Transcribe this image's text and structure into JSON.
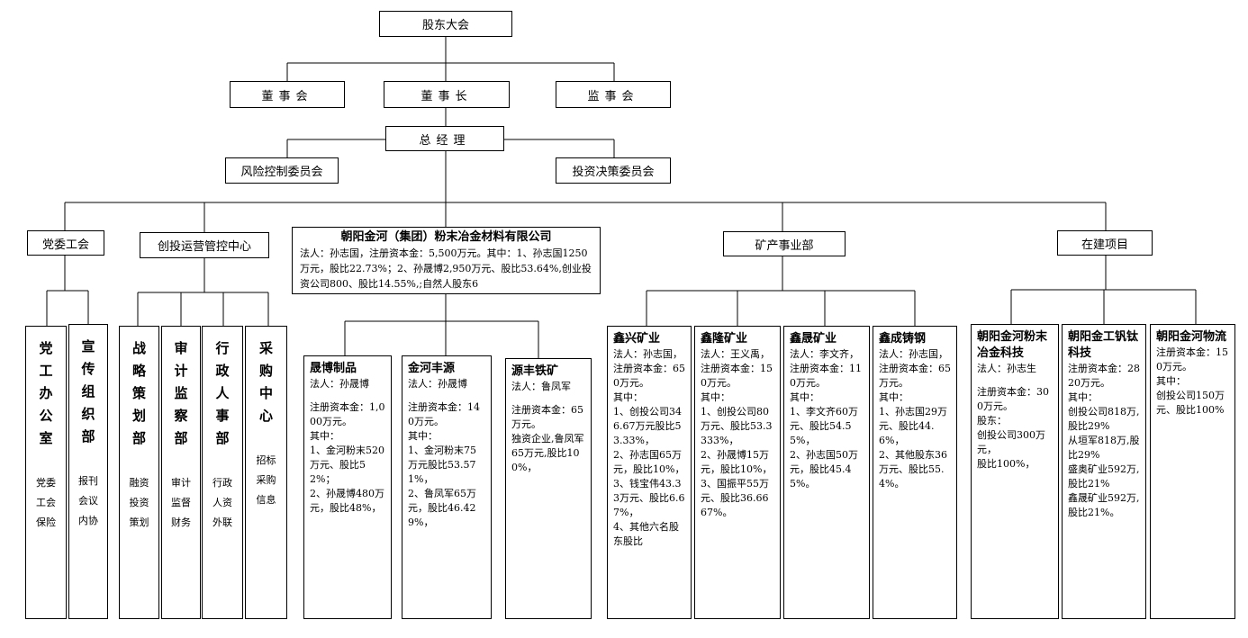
{
  "top": {
    "shareholders": "股东大会",
    "board": "董事会",
    "chairman": "董事长",
    "supervisors": "监事会",
    "gm": "总经理",
    "risk_committee": "风险控制委员会",
    "investment_committee": "投资决策委员会"
  },
  "departments": {
    "party_union": "党委工会",
    "venture_ops": "创投运营管控中心",
    "mining": "矿产事业部",
    "projects": "在建项目"
  },
  "company": {
    "title": "朝阳金河（集团）粉末冶金材料有限公司",
    "desc": "法人：孙志国，注册资本金：5,500万元。其中：1、孙志国1250万元，股比22.73%；2、孙晟博2,950万元、股比53.64%,创业投资公司800、股比14.55%,;自然人股东6"
  },
  "party_units": [
    {
      "title": "党工办公室",
      "items": [
        "党委",
        "工会",
        "保险"
      ]
    },
    {
      "title": "宣传组织部",
      "items": [
        "报刊",
        "会议",
        "内协"
      ]
    }
  ],
  "venture_units": [
    {
      "title": "战略策划部",
      "items": [
        "融资",
        "投资",
        "策划"
      ]
    },
    {
      "title": "审计监察部",
      "items": [
        "审计",
        "监督",
        "财务"
      ]
    },
    {
      "title": "行政人事部",
      "items": [
        "行政",
        "人资",
        "外联"
      ]
    },
    {
      "title": "采购中心",
      "items": [
        "招标",
        "采购",
        "信息"
      ]
    }
  ],
  "subsidiaries": [
    {
      "title": "晟博制品",
      "lines": [
        "法人：孙晟博",
        "",
        "注册资本金：1,000万元。",
        "其中：",
        "1、金河粉末520万元、股比52%；",
        "2、孙晟博480万元，股比48%，"
      ]
    },
    {
      "title": "金河丰源",
      "lines": [
        "法人：孙晟博",
        "",
        "注册资本金：140万元。",
        "其中：",
        "1、金河粉末75万元股比53.571%，",
        "2、鲁凤军65万元，股比46.429%，"
      ]
    },
    {
      "title": "源丰铁矿",
      "lines": [
        "法人：鲁凤军",
        "",
        "注册资本金：65万元。",
        "独资企业,鲁凤军65万元,股比100%，"
      ]
    }
  ],
  "mines": [
    {
      "title": "鑫兴矿业",
      "lines": [
        "法人：孙志国，",
        "注册资本金：650万元。",
        "其中：",
        "1、创投公司346.67万元股比53.33%，",
        "2、孙志国65万元，股比10%，",
        "3、钱宝伟43.33万元、股比6.67%，",
        "4、其他六名股东股比"
      ]
    },
    {
      "title": "鑫隆矿业",
      "lines": [
        "法人：王义禹，",
        "注册资本金：150万元。",
        "其中：",
        "1、创投公司80万元、股比53.3333%，",
        "2、孙晟博15万元，股比10%，",
        "3、国振平55万元、股比36.6667%。"
      ]
    },
    {
      "title": "鑫晟矿业",
      "lines": [
        "法人：李文齐，",
        "注册资本金：110万元。",
        "其中：",
        "1、李文齐60万元、股比54.55%，",
        "2、孙志国50万元，股比45.45%。"
      ]
    },
    {
      "title": "鑫成铸钢",
      "lines": [
        "法人：孙志国，",
        "注册资本金：65万元。",
        "其中：",
        "1、孙志国29万元、股比44.6%，",
        "2、其他股东36万元、股比55.4%。"
      ]
    }
  ],
  "projects_list": [
    {
      "title": "朝阳金河粉末冶金科技",
      "lines": [
        "法人：孙志生",
        "",
        "注册资本金：300万元。",
        "股东：",
        "创投公司300万元，",
        "股比100%，"
      ]
    },
    {
      "title": "朝阳金工钒钛科技",
      "lines": [
        "注册资本金：2820万元。",
        "其中：",
        "创投公司818万,股比29%",
        "从垣军818万,股比29%",
        "盛奥矿业592万,股比21%",
        "鑫晟矿业592万,股比21%。"
      ]
    },
    {
      "title": "朝阳金河物流",
      "lines": [
        "注册资本金：150万元。",
        "其中：",
        "创投公司150万元、股比100%"
      ]
    }
  ]
}
